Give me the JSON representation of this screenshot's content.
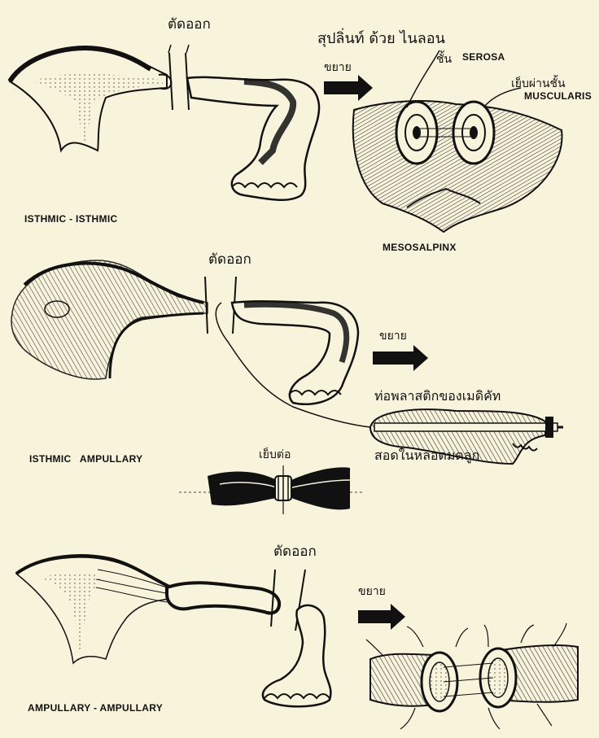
{
  "panels": [
    {
      "label": "ISTHMIC - ISTHMIC",
      "cut": "ตัดออก",
      "enlarge": "ขยาย",
      "suture": "สุปลิ่นท์ ด้วย ไนลอน",
      "serosa_thai": "ชั้น",
      "serosa": "SEROSA",
      "muscularis_thai": "เย็บผ่านชั้น",
      "muscularis": "MUSCULARIS",
      "mesosalpinx": "MESOSALPINX"
    },
    {
      "label": "ISTHMIC   AMPULLARY",
      "cut": "ตัดออก",
      "enlarge": "ขยาย",
      "catheter": "ท่อพลาสติกของเมดิคัท",
      "tube": "สอดในหลอดมดลูก",
      "stitch": "เย็บต่อ"
    },
    {
      "label": "AMPULLARY - AMPULLARY",
      "cut": "ตัดออก",
      "enlarge": "ขยาย"
    }
  ]
}
